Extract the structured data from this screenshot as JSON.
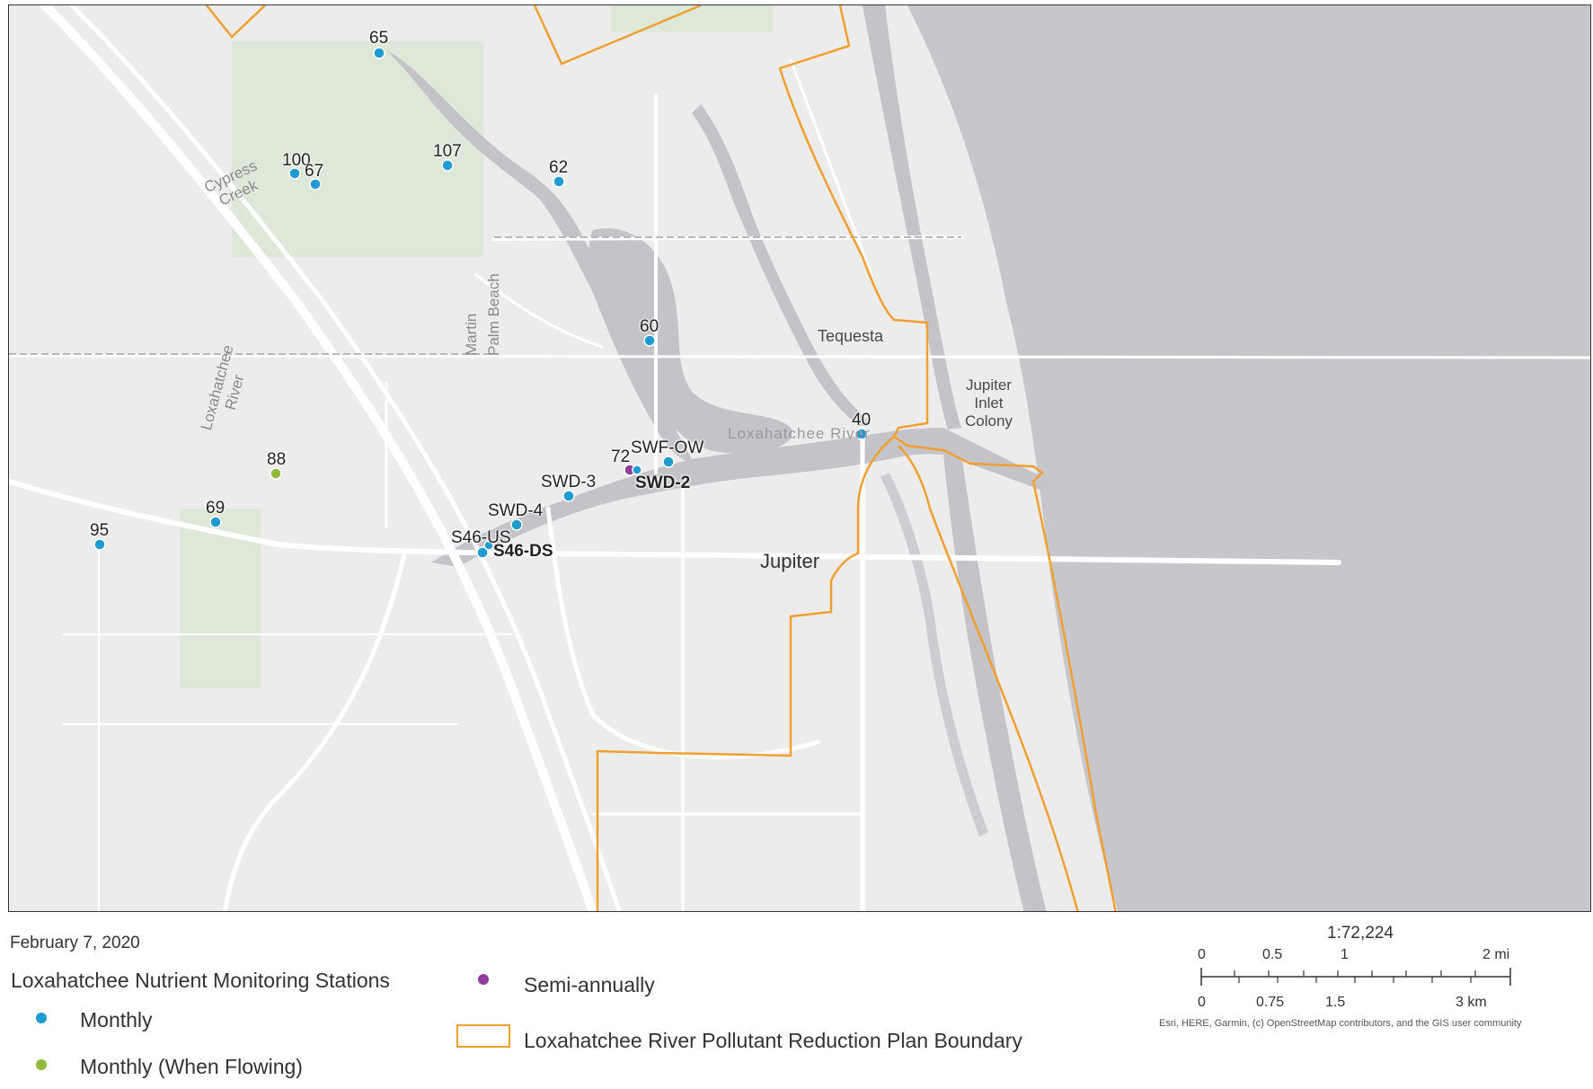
{
  "colors": {
    "land": "#ececec",
    "ocean": "#c7c7cb",
    "river": "#c3c3c8",
    "road": "#ffffff",
    "park": "#dde8d8",
    "boundary": "#f0a030",
    "monthly": "#1f9bd1",
    "monthly_flowing": "#8fba3a",
    "semi_annually": "#8e3f9d"
  },
  "places": {
    "tequesta": "Tequesta",
    "jupiter": "Jupiter",
    "jupiter_inlet_colony": "Jupiter\nInlet\nColony",
    "loxahatchee_river": "Loxahatchee River",
    "loxahatchee_river_vertical": "Loxahatchee\nRiver",
    "cypress_creek": "Cypress\nCreek",
    "martin": "Martin",
    "palm_beach": "Palm Beach"
  },
  "stations": [
    {
      "id": "65",
      "type": "monthly"
    },
    {
      "id": "100",
      "type": "monthly"
    },
    {
      "id": "67",
      "type": "monthly"
    },
    {
      "id": "107",
      "type": "monthly"
    },
    {
      "id": "62",
      "type": "monthly"
    },
    {
      "id": "60",
      "type": "monthly"
    },
    {
      "id": "40",
      "type": "monthly"
    },
    {
      "id": "72",
      "type": "semi_annually"
    },
    {
      "id": "SWF-OW",
      "type": "monthly"
    },
    {
      "id": "SWD-2",
      "type": "monthly"
    },
    {
      "id": "SWD-3",
      "type": "monthly"
    },
    {
      "id": "SWD-4",
      "type": "monthly"
    },
    {
      "id": "S46-US",
      "type": "monthly"
    },
    {
      "id": "S46-DS",
      "type": "monthly"
    },
    {
      "id": "88",
      "type": "monthly_flowing"
    },
    {
      "id": "69",
      "type": "monthly"
    },
    {
      "id": "95",
      "type": "monthly"
    }
  ],
  "legend": {
    "date": "February 7, 2020",
    "title": "Loxahatchee Nutrient Monitoring Stations",
    "monthly": "Monthly",
    "monthly_flowing": "Monthly (When Flowing)",
    "semi_annually": "Semi-annually",
    "boundary": "Loxahatchee River Pollutant Reduction Plan Boundary"
  },
  "scale": {
    "ratio": "1:72,224",
    "mi_labels": [
      "0",
      "0.5",
      "1",
      "2 mi"
    ],
    "km_labels": [
      "0",
      "0.75",
      "1.5",
      "3 km"
    ],
    "attribution": "Esri, HERE, Garmin, (c) OpenStreetMap contributors, and the GIS user community"
  }
}
